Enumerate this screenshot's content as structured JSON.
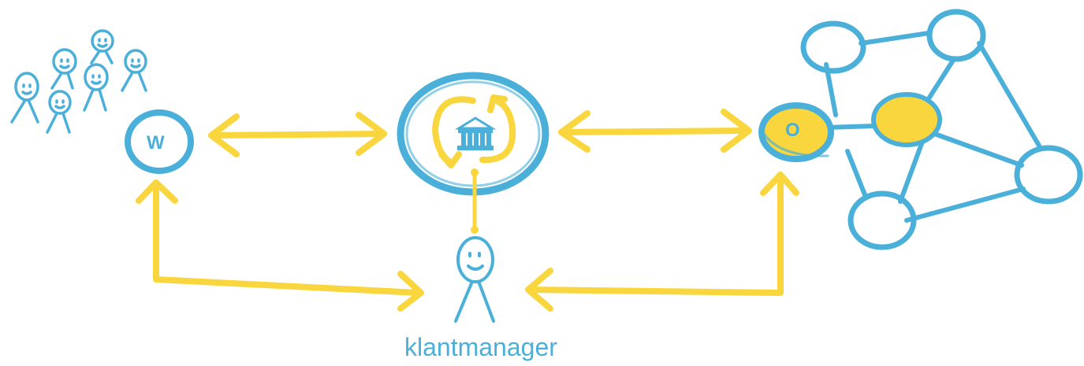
{
  "nodes": {
    "werkgever_label": "W",
    "organisatie_label": "O",
    "klantmanager_label": "klantmanager"
  },
  "colors": {
    "blue": "#4ab0d9",
    "yellow": "#f9d53e",
    "background": "#ffffff"
  },
  "icons": {
    "center": "bank-building-icon",
    "left_group": "stick-figure-people-icon",
    "person": "stick-figure-person-icon",
    "network": "network-graph-icon"
  }
}
